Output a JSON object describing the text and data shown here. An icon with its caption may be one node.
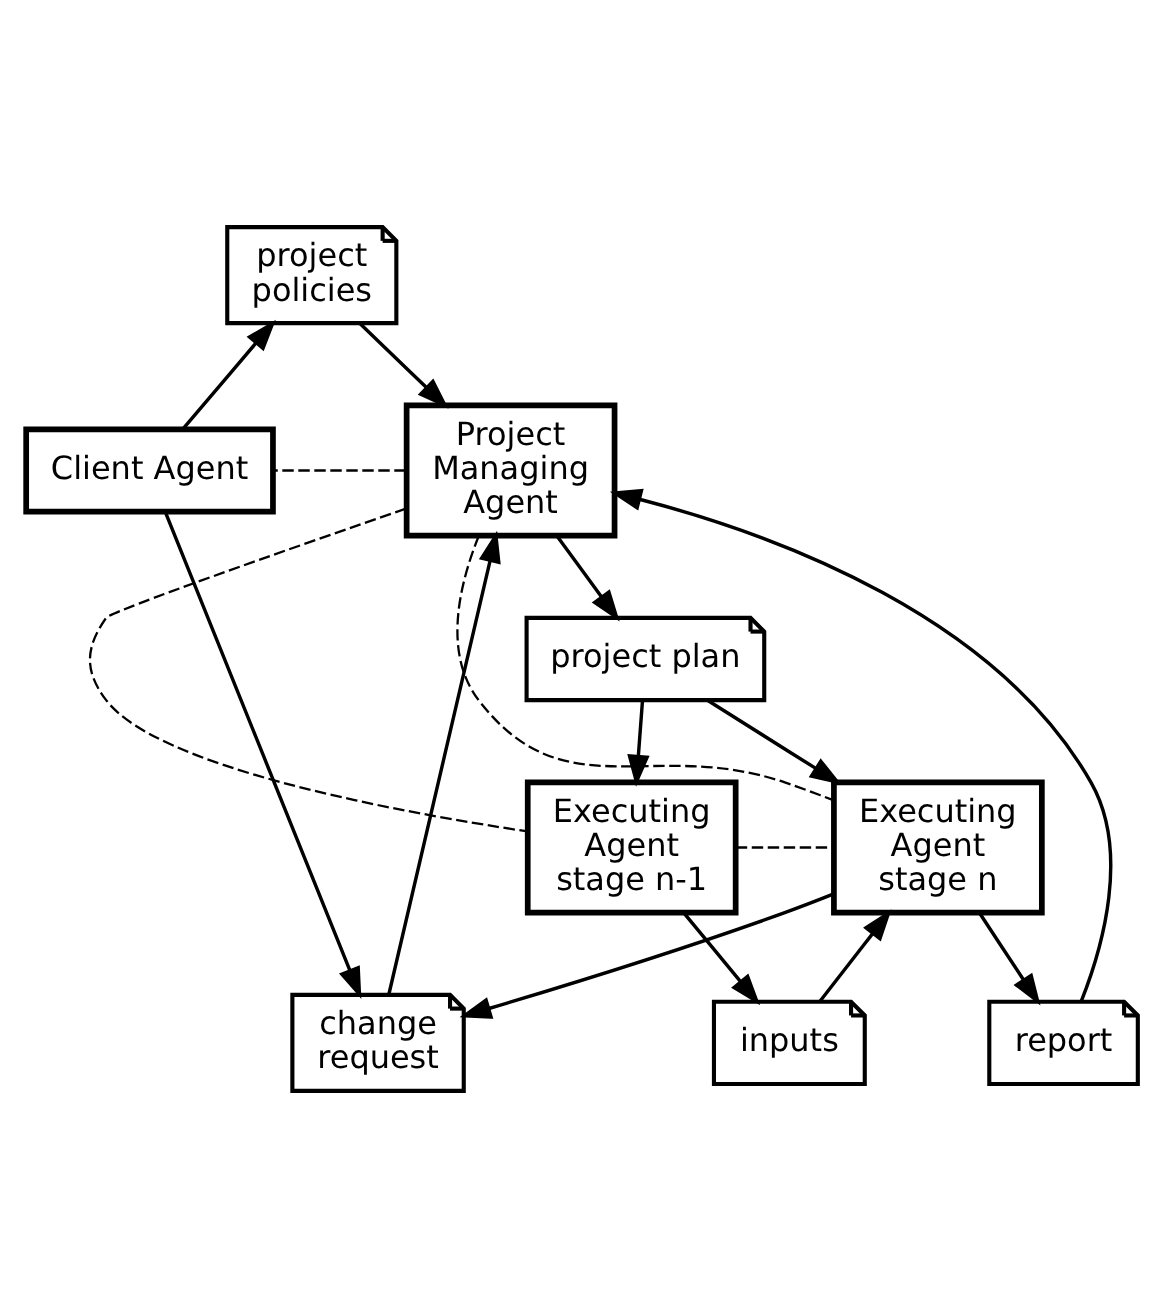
{
  "diagram": {
    "nodes": [
      {
        "text": [
          "project policies"
        ]
      },
      {
        "text": [
          "Project Managing Agent"
        ]
      },
      {
        "text": [
          "Client Agent"
        ]
      },
      {
        "text": [
          "change request"
        ]
      },
      {
        "text": [
          "report"
        ]
      },
      {
        "text": [
          "Executing Agent stage n-1"
        ]
      },
      {
        "text": [
          "Executing Agent stage n"
        ]
      },
      {
        "text": [
          "inputs"
        ]
      },
      {
        "text": [
          "project plan"
        ]
      }
    ],
    "edges": [
      {
        "from": 2,
        "to": 0,
        "arrow": "to"
      },
      {
        "from": 0,
        "to": 1,
        "arrow": "to"
      },
      {
        "from": 1,
        "to": 2,
        "arrow": "none",
        "style": "dashed"
      },
      {
        "from": 2,
        "to": 3,
        "arrow": "to"
      },
      {
        "from": 3,
        "to": 1,
        "arrow": "to"
      },
      {
        "from": 1,
        "to": 6,
        "arrow": "none",
        "style": "dashed"
      },
      {
        "from": 4,
        "to": 1,
        "arrow": "to"
      },
      {
        "from": 6,
        "to": 4,
        "arrow": "to"
      },
      {
        "from": 1,
        "to": 5,
        "arrow": "none",
        "style": "dashed"
      },
      {
        "from": 5,
        "to": 6,
        "arrow": "none",
        "style": "dashed"
      },
      {
        "from": 6,
        "to": 3,
        "arrow": "to"
      },
      {
        "from": 5,
        "to": 7,
        "arrow": "to"
      },
      {
        "from": 7,
        "to": 6,
        "arrow": "to"
      },
      {
        "from": 8,
        "to": 5,
        "arrow": "to"
      },
      {
        "from": 8,
        "to": 6,
        "arrow": "to"
      },
      {
        "from": 1,
        "to": 8,
        "arrow": "to"
      }
    ]
  }
}
